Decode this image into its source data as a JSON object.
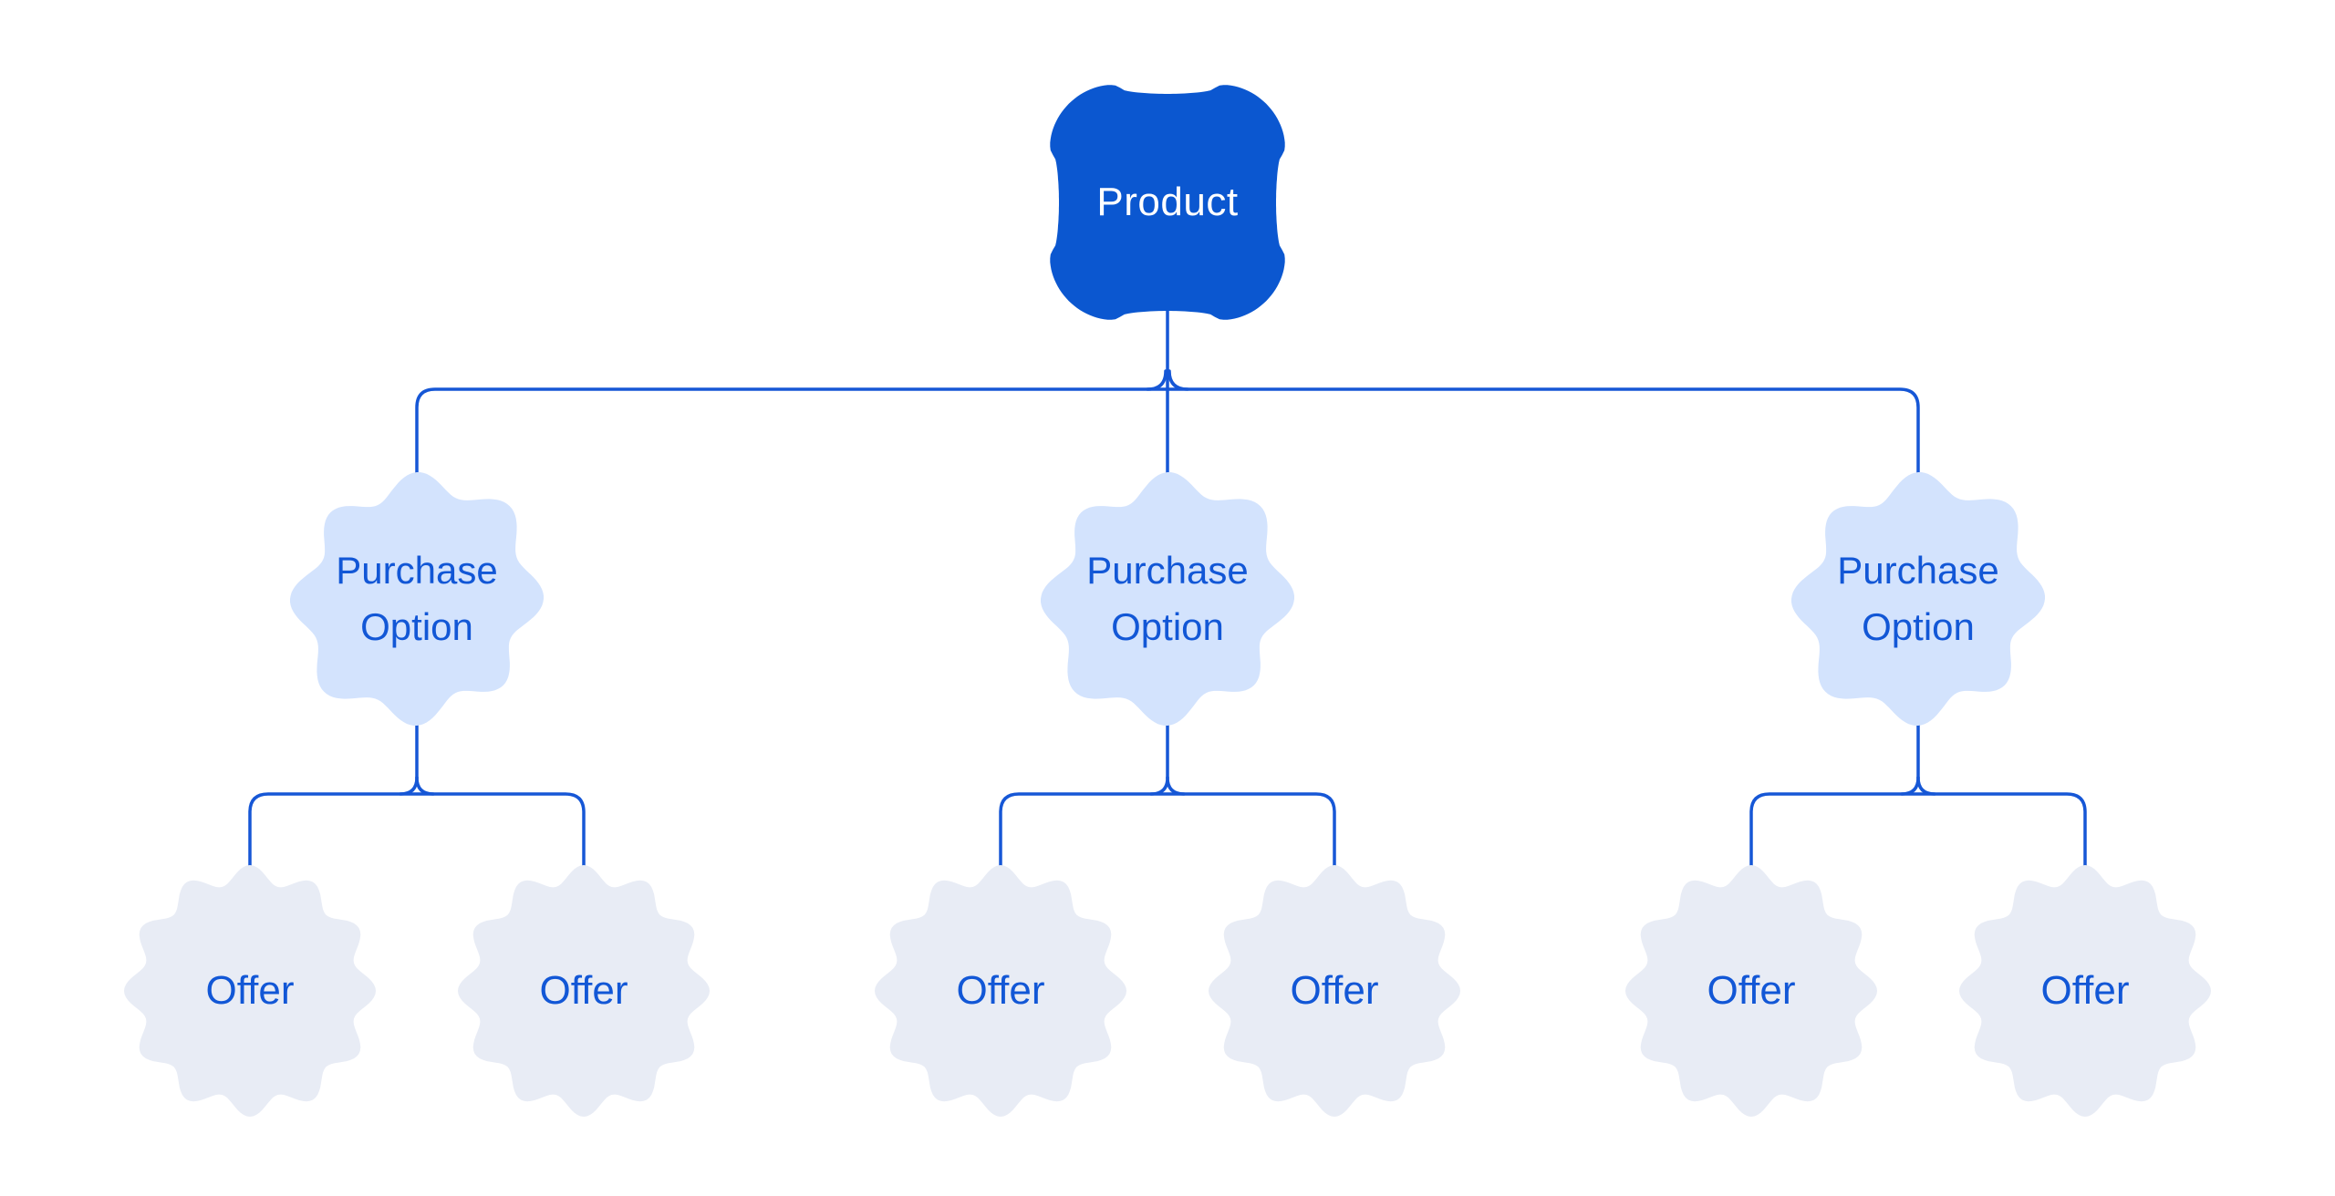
{
  "diagram": {
    "tree": {
      "root": {
        "id": "product",
        "label": "Product",
        "children": [
          {
            "id": "purchase-option-1",
            "label": "Purchase Option",
            "children": [
              {
                "id": "offer-1",
                "label": "Offer"
              },
              {
                "id": "offer-2",
                "label": "Offer"
              }
            ]
          },
          {
            "id": "purchase-option-2",
            "label": "Purchase Option",
            "children": [
              {
                "id": "offer-3",
                "label": "Offer"
              },
              {
                "id": "offer-4",
                "label": "Offer"
              }
            ]
          },
          {
            "id": "purchase-option-3",
            "label": "Purchase Option",
            "children": [
              {
                "id": "offer-5",
                "label": "Offer"
              },
              {
                "id": "offer-6",
                "label": "Offer"
              }
            ]
          }
        ]
      }
    }
  },
  "colors": {
    "background": "#ffffff",
    "product_fill": "#0b57d0",
    "product_text": "#ffffff",
    "option_fill": "#d3e3fd",
    "offer_fill": "#e8ecf5",
    "connector": "#1657d6",
    "node_text": "#1257d6"
  }
}
